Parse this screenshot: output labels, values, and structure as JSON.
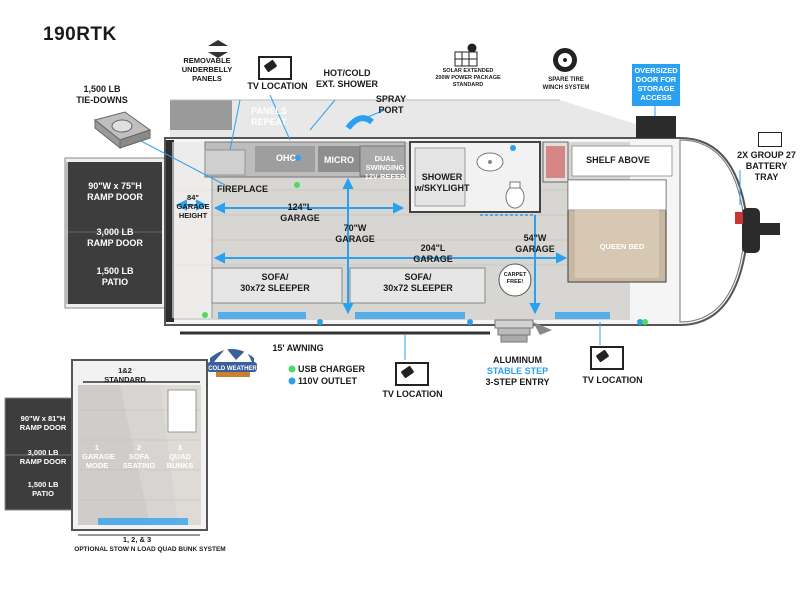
{
  "model": "190RTK",
  "callouts": {
    "underbelly": "REMOVABLE\nUNDERBELLY\nPANELS",
    "tv_top": "TV LOCATION",
    "shower_ext": "HOT/COLD\nEXT. SHOWER",
    "solar": "SOLAR EXTENDED\n200W POWER PACKAGE\nSTANDARD",
    "spare": "SPARE TIRE\nWINCH SYSTEM",
    "oversized_door": "OVERSIZED\nDOOR FOR\nSTORAGE\nACCESS",
    "tie_downs": "1,500 LB\nTIE-DOWNS",
    "panels_repeat": "PANELS\nREPEAT",
    "spray_port": "SPRAY\nPORT",
    "battery": "2X GROUP 27\nBATTERY\nTRAY",
    "awning": "15' AWNING",
    "tv_bottom1": "TV LOCATION",
    "tv_bottom2": "TV LOCATION",
    "entry_1": "ALUMINUM",
    "entry_2": "STABLE STEP",
    "entry_3": "3-STEP ENTRY",
    "cold_weather": "COLD WEATHER"
  },
  "ramp": {
    "door": "90\"W x 75\"H\nRAMP DOOR",
    "capacity": "3,000 LB\nRAMP DOOR",
    "patio": "1,500 LB\nPATIO"
  },
  "floor": {
    "garage_height": "84\"\nGARAGE\nHEIGHT",
    "fireplace": "FIREPLACE",
    "ohc": "OHC",
    "micro": "MICRO",
    "refer": "DUAL SWINGING\n12V REFER",
    "shower": "SHOWER\nw/SKYLIGHT",
    "shelf": "SHELF ABOVE",
    "queen": "QUEEN BED",
    "garage_124": "124\"L\nGARAGE",
    "garage_70": "70\"W\nGARAGE",
    "garage_204": "204\"L\nGARAGE",
    "garage_54": "54\"W\nGARAGE",
    "sofa1": "SOFA/\n30x72 SLEEPER",
    "sofa2": "SOFA/\n30x72 SLEEPER",
    "carpet": "CARPET FREE!"
  },
  "legend": {
    "usb": "USB CHARGER",
    "outlet": "110V OUTLET",
    "usb_color": "#4cd964",
    "outlet_color": "#2aa0f0"
  },
  "inset": {
    "standard": "1&2\nSTANDARD",
    "mode1": "1\nGARAGE\nMODE",
    "mode2": "2\nSOFA\nSEATING",
    "mode3": "3\nQUAD\nBUNKS",
    "door": "90\"W x 81\"H\nRAMP DOOR",
    "capacity": "3,000 LB\nRAMP DOOR",
    "patio": "1,500 LB\nPATIO",
    "footer_num": "1, 2, & 3",
    "footer": "OPTIONAL STOW N LOAD QUAD BUNK SYSTEM"
  },
  "colors": {
    "dimension_blue": "#2aa0f0",
    "callout_blue": "#2aa0f0",
    "wall": "#3a3a3a",
    "floor": "#d8d6d2",
    "bed": "#c8b8a2"
  }
}
